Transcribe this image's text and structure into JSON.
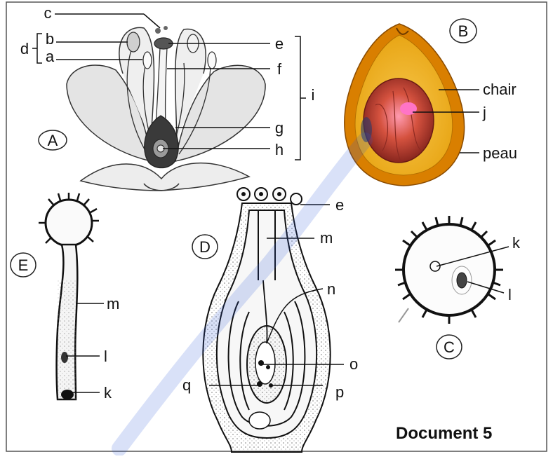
{
  "document_title": "Document 5",
  "panels": {
    "A": "A",
    "B": "B",
    "C": "C",
    "D": "D",
    "E": "E"
  },
  "flower_labels": {
    "a": "a",
    "b": "b",
    "c": "c",
    "d": "d",
    "e": "e",
    "f": "f",
    "g": "g",
    "h": "h",
    "i": "i"
  },
  "fruit_labels": {
    "chair": "chair",
    "j": "j",
    "peau": "peau"
  },
  "pistil_labels": {
    "e": "e",
    "m": "m",
    "n": "n",
    "o": "o",
    "p": "p",
    "q": "q"
  },
  "pollen_labels": {
    "k": "k",
    "l": "l"
  },
  "tube_labels": {
    "m": "m",
    "l": "l",
    "k": "k"
  },
  "colors": {
    "fruit_skin": "#e08a00",
    "fruit_flesh": "#f2b31c",
    "seed": "#c0403a",
    "seed_highlight": "#ff77c8",
    "watermark": "#2b5bd7"
  }
}
